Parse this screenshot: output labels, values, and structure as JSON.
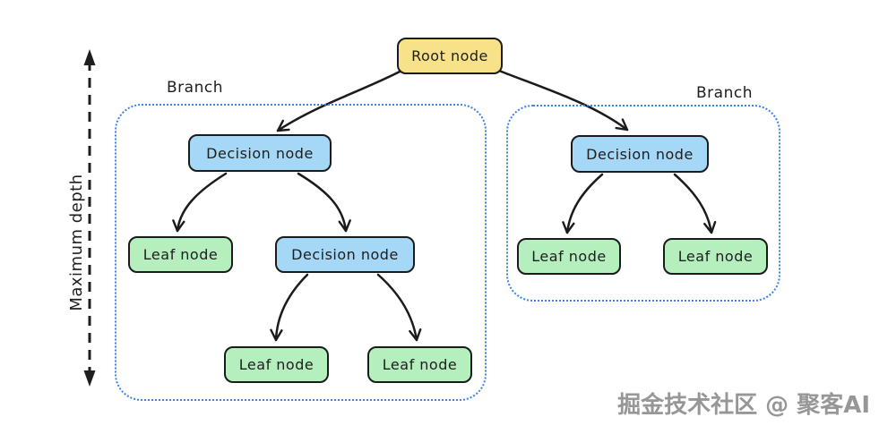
{
  "nodes": {
    "root": {
      "label": "Root node"
    },
    "left_decision_1": {
      "label": "Decision node"
    },
    "left_leaf_1": {
      "label": "Leaf node"
    },
    "left_decision_2": {
      "label": "Decision node"
    },
    "left_leaf_2": {
      "label": "Leaf node"
    },
    "left_leaf_3": {
      "label": "Leaf node"
    },
    "right_decision_1": {
      "label": "Decision node"
    },
    "right_leaf_1": {
      "label": "Leaf node"
    },
    "right_leaf_2": {
      "label": "Leaf node"
    }
  },
  "branches": {
    "left": {
      "label": "Branch"
    },
    "right": {
      "label": "Branch"
    }
  },
  "annotations": {
    "max_depth_label": "Maximum depth"
  },
  "watermark": {
    "text": "掘金技术社区 @ 聚客AI"
  },
  "colors": {
    "background": "#ffffff",
    "root_node_fill": "#f8e289",
    "decision_node_fill": "#a5d8f6",
    "leaf_node_fill": "#b5efbe",
    "node_border": "#1b1b1b",
    "node_text": "#1e1e1e",
    "branch_border": "#3a82f0",
    "arrow_stroke": "#1b1b1b",
    "depth_arrow_stroke": "#1e1e1e",
    "watermark_text": "#979797"
  }
}
